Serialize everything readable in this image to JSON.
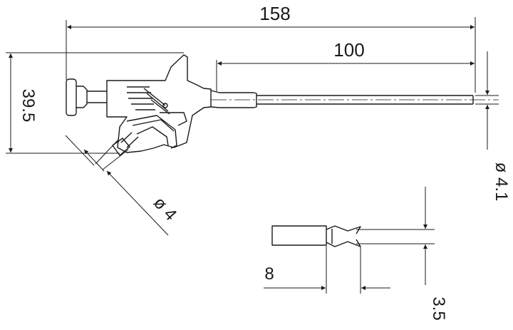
{
  "dimensions": {
    "overall_length": "158",
    "probe_length": "100",
    "height": "39.5",
    "tip_diameter": "ø 4.1",
    "jaw_diameter": "ø 4",
    "hook_length": "8",
    "hook_opening": "3.5"
  },
  "colors": {
    "line": "#1a1a1a",
    "background": "#ffffff"
  }
}
